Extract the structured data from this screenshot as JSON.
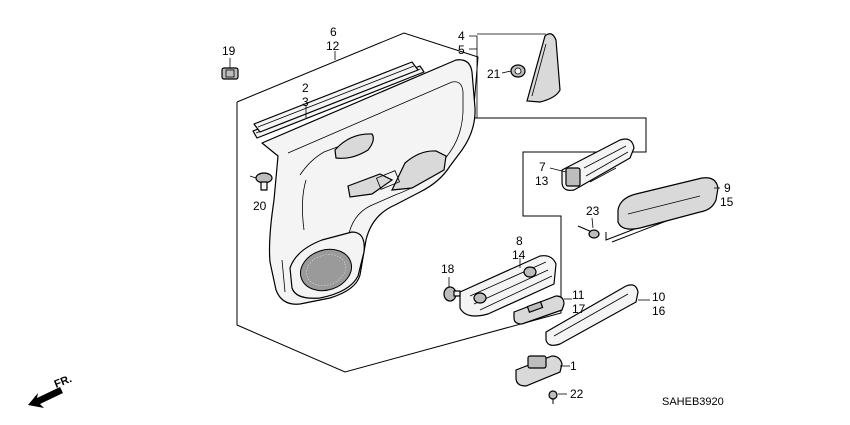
{
  "diagram": {
    "code": "SAHEB3920",
    "direction_label": "FR.",
    "callouts": {
      "c1": "1",
      "c2": "2",
      "c3": "3",
      "c4": "4",
      "c5": "5",
      "c6": "6",
      "c7": "7",
      "c8": "8",
      "c9": "9",
      "c10": "10",
      "c11": "11",
      "c12": "12",
      "c13": "13",
      "c14": "14",
      "c15": "15",
      "c16": "16",
      "c17": "17",
      "c18": "18",
      "c19": "19",
      "c20": "20",
      "c21": "21",
      "c22": "22",
      "c23": "23"
    }
  },
  "icons": {
    "direction_arrow": "front-direction-arrow-icon",
    "speaker": "speaker-grille-icon",
    "fastener": "clip-fastener-icon"
  }
}
